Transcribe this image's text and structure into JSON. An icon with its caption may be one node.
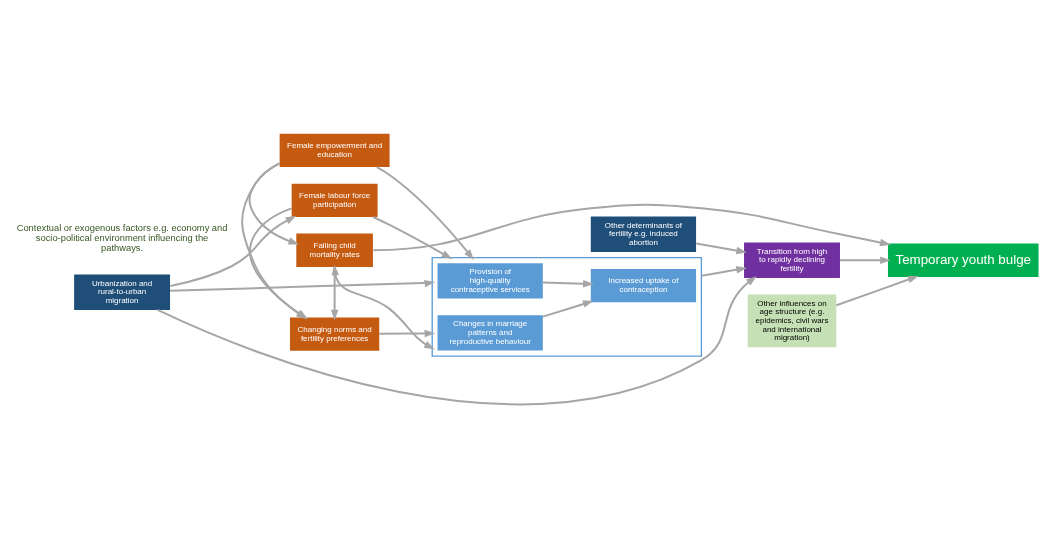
{
  "diagram": {
    "nodes": [
      {
        "text": [
          "Female labour force participation"
        ]
      },
      {
        "text": [
          "Changing norms and fertility preferences"
        ]
      },
      {
        "text": [
          "Female empowerment and education"
        ]
      },
      {
        "text": [
          "Falling child mortality rates"
        ]
      },
      {
        "text": [],
        "shape": "box"
      },
      {
        "text": [
          "Provision of high-quality contraceptive services"
        ],
        "in": 4
      },
      {
        "text": [
          "Increased uptake of contraception"
        ],
        "in": 4
      },
      {
        "text": [
          "Changes in marriage patterns and reproductive behaviour"
        ],
        "in": 4
      },
      {
        "text": [
          "Urbanization and rural-to-urban migration"
        ]
      },
      {
        "text": [
          "Transition from high to rapidly declining fertility"
        ]
      },
      {
        "text": [
          "Temporary youth bulge"
        ]
      },
      {
        "text": [
          "Other influences on age structure (e.g. epidemics, civil wars and international migration)"
        ]
      },
      {
        "text": [
          "Other determinants of fertility e.g. induced abortion"
        ]
      }
    ],
    "edges": [
      {
        "from": 8,
        "to": 0,
        "arrow": "to"
      },
      {
        "from": 8,
        "to": 4,
        "arrow": "to"
      },
      {
        "from": 8,
        "to": 9,
        "arrow": "to"
      },
      {
        "from": 0,
        "to": 4,
        "arrow": "to"
      },
      {
        "from": 0,
        "to": 1,
        "arrow": "to"
      },
      {
        "from": 1,
        "to": 4,
        "arrow": "to"
      },
      {
        "from": 2,
        "to": 1,
        "arrow": "to"
      },
      {
        "from": 2,
        "to": 4,
        "arrow": "to"
      },
      {
        "from": 2,
        "to": 3,
        "arrow": "to"
      },
      {
        "from": 3,
        "to": 1,
        "arrow": "to"
      },
      {
        "from": 4,
        "to": 3,
        "arrow": "both"
      },
      {
        "from": 5,
        "to": 6,
        "arrow": "to"
      },
      {
        "from": 7,
        "to": 6,
        "arrow": "to"
      },
      {
        "from": 4,
        "to": 9,
        "arrow": "to"
      },
      {
        "from": 12,
        "to": 9,
        "arrow": "to"
      },
      {
        "from": 9,
        "to": 10,
        "arrow": "to"
      },
      {
        "from": 11,
        "to": 10,
        "arrow": "to"
      },
      {
        "from": 3,
        "to": 10,
        "arrow": "to"
      }
    ],
    "labels": [
      "Contextual or exogenous factors e.g. economy and socio-political environment influencing the pathways."
    ]
  }
}
